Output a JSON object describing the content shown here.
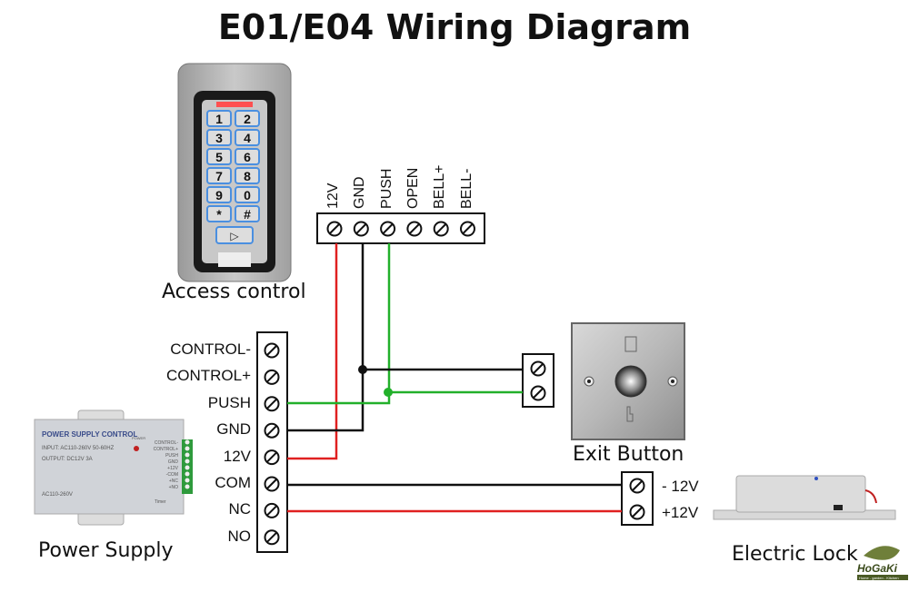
{
  "title": "E01/E04 Wiring Diagram",
  "devices": {
    "access_control": {
      "caption": "Access control",
      "keypad_keys": [
        "1",
        "2",
        "3",
        "4",
        "5",
        "6",
        "7",
        "8",
        "9",
        "0",
        "*",
        "#"
      ],
      "terminals": [
        "12V",
        "GND",
        "PUSH",
        "OPEN",
        "BELL+",
        "BELL-"
      ]
    },
    "power_supply": {
      "caption": "Power Supply",
      "panel_title": "POWER SUPPLY CONTROL",
      "input_text": "INPUT: AC110-260V 50-60HZ",
      "output_text": "OUTPUT: DC12V  3A",
      "power_label": "POWER",
      "bottom_text": "AC110-260V",
      "timer_label": "Timer",
      "panel_terminal_labels": [
        "CONTROL-",
        "CONTROL+",
        "PUSH",
        "GND",
        "+12V",
        "-COM",
        "+NC",
        "+NO"
      ],
      "terminals": [
        "CONTROL-",
        "CONTROL+",
        "PUSH",
        "GND",
        "12V",
        "COM",
        "NC",
        "NO"
      ]
    },
    "exit_button": {
      "caption": "Exit Button",
      "terminal_count": 2
    },
    "electric_lock": {
      "caption": "Electric Lock",
      "terminals": [
        "- 12V",
        "+12V"
      ]
    }
  },
  "wires": [
    {
      "from": "access_control.12V",
      "to": "power_supply.12V",
      "color": "#e02020"
    },
    {
      "from": "access_control.GND",
      "to": "power_supply.GND",
      "color": "#111111"
    },
    {
      "from": "access_control.PUSH",
      "to": "power_supply.PUSH",
      "color": "#22b02a"
    },
    {
      "from": "access_control.GND",
      "to": "exit_button.terminal_1",
      "color": "#111111"
    },
    {
      "from": "access_control.PUSH",
      "to": "exit_button.terminal_2",
      "color": "#22b02a"
    },
    {
      "from": "power_supply.COM",
      "to": "electric_lock.- 12V",
      "color": "#111111"
    },
    {
      "from": "power_supply.NC",
      "to": "electric_lock.+12V",
      "color": "#e02020"
    }
  ],
  "watermark": {
    "brand": "HoGaKi",
    "tagline": "Home - garden - Kitchen"
  }
}
